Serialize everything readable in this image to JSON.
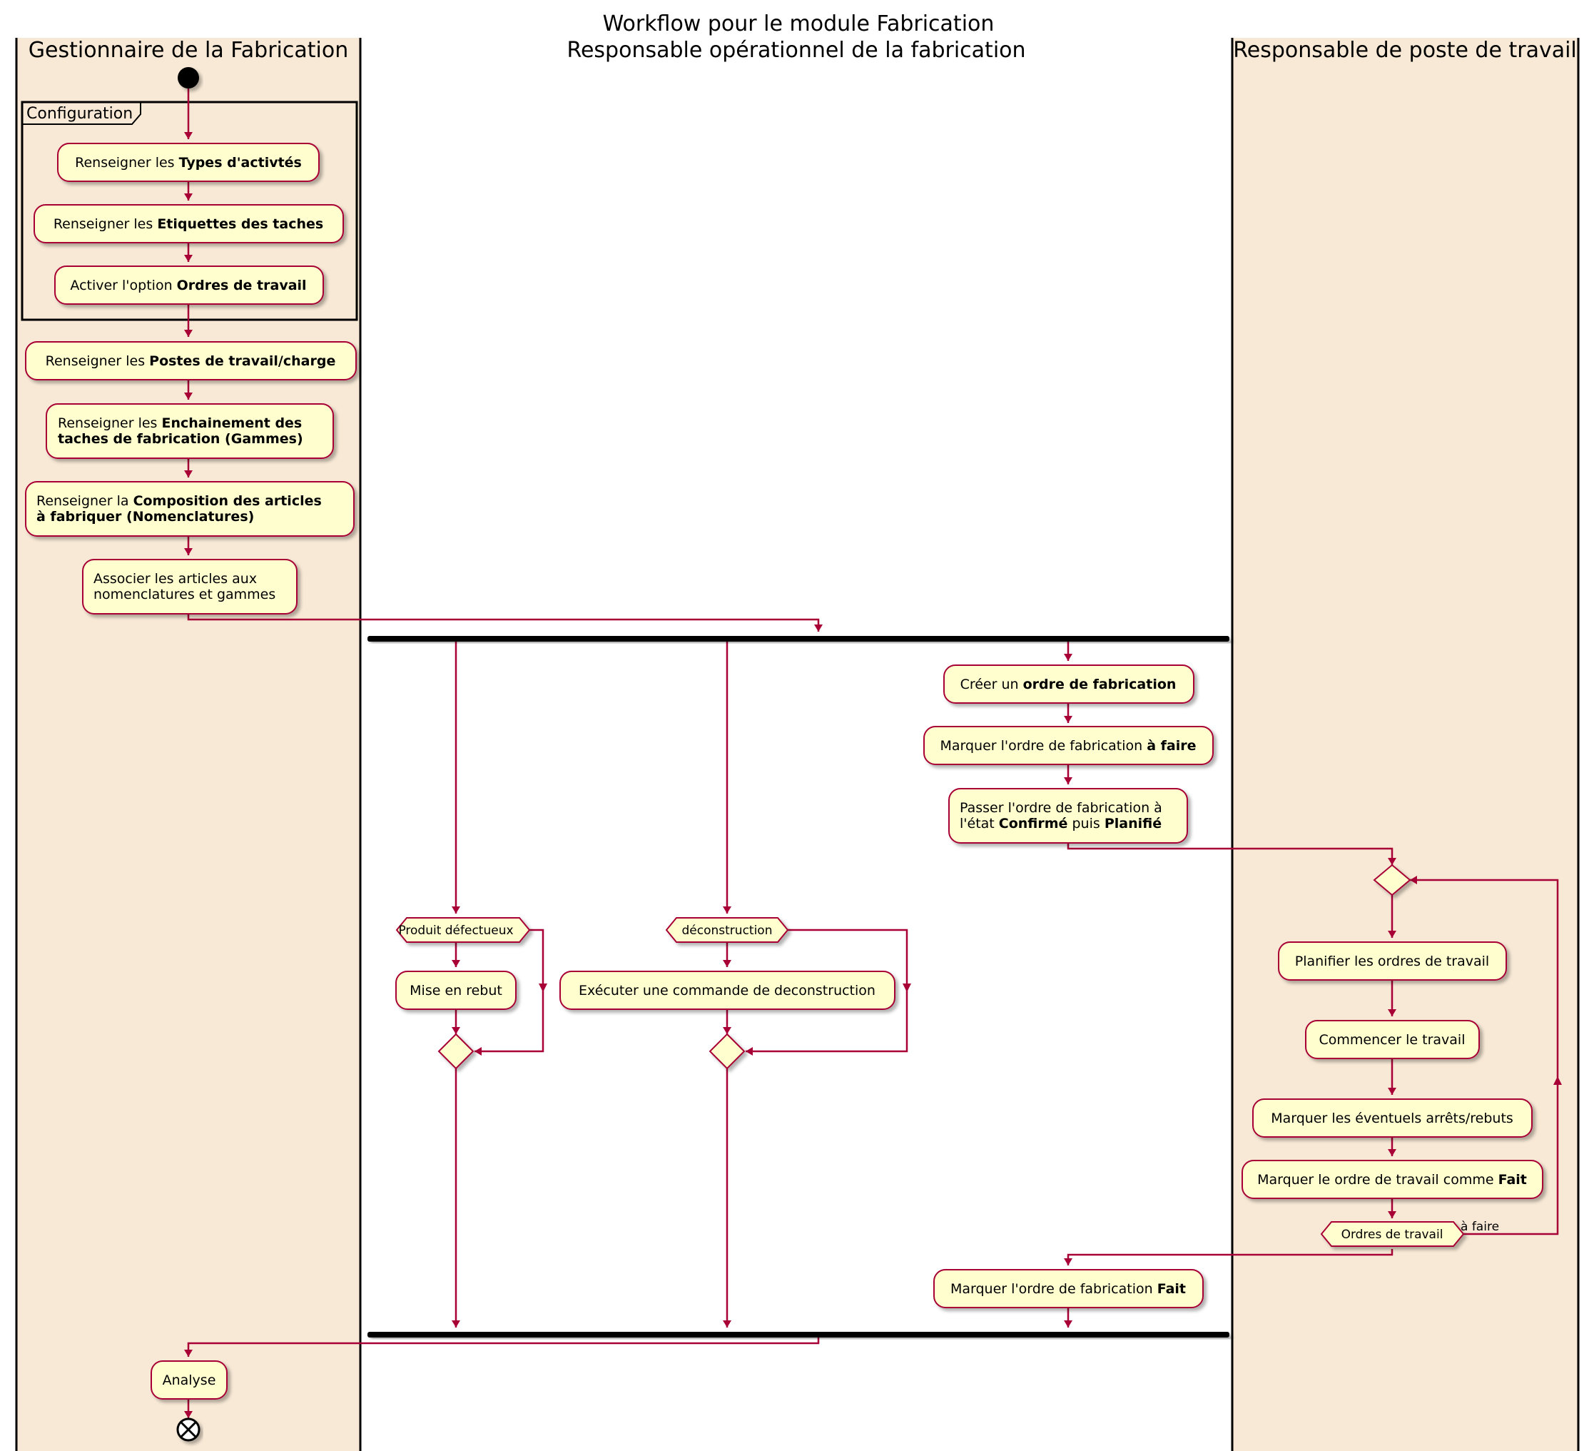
{
  "title": "Workflow pour le module Fabrication",
  "lanes": {
    "gestionnaire": "Gestionnaire de la Fabrication",
    "responsable_op": "Responsable opérationnel de la fabrication",
    "responsable_poste": "Responsable de poste de travail"
  },
  "group_label": "Configuration",
  "activities": {
    "types_activites": [
      [
        "Renseigner les ",
        false
      ],
      [
        "Types d'activtés",
        true
      ]
    ],
    "etiquettes": [
      [
        "Renseigner les ",
        false
      ],
      [
        "Etiquettes des taches",
        true
      ]
    ],
    "ordres_travail_option": [
      [
        "Activer l'option ",
        false
      ],
      [
        "Ordres de travail",
        true
      ]
    ],
    "postes": [
      [
        "Renseigner les ",
        false
      ],
      [
        "Postes de travail/charge",
        true
      ]
    ],
    "gammes": [
      [
        [
          "Renseigner les ",
          false
        ],
        [
          "Enchainement des",
          true
        ]
      ],
      [
        [
          "taches de fabrication (Gammes)",
          true
        ]
      ]
    ],
    "nomenclatures": [
      [
        [
          "Renseigner la ",
          false
        ],
        [
          "Composition des articles",
          true
        ]
      ],
      [
        [
          "à fabriquer (Nomenclatures)",
          true
        ]
      ]
    ],
    "associer": [
      [
        [
          "Associer les articles aux",
          false
        ]
      ],
      [
        [
          "nomenclatures et gammes",
          false
        ]
      ]
    ],
    "creer_of": [
      [
        "Créer un ",
        false
      ],
      [
        "ordre de fabrication",
        true
      ]
    ],
    "a_faire": [
      [
        "Marquer l'ordre de fabrication ",
        false
      ],
      [
        "à faire",
        true
      ]
    ],
    "confirme": [
      [
        [
          "Passer l'ordre de fabrication à",
          false
        ]
      ],
      [
        [
          "l'état ",
          false
        ],
        [
          "Confirmé",
          true
        ],
        [
          " puis ",
          false
        ],
        [
          "Planifié",
          true
        ]
      ]
    ],
    "planifier": [
      [
        "Planifier les ordres de travail",
        false
      ]
    ],
    "commencer": [
      [
        "Commencer le travail",
        false
      ]
    ],
    "arrets": [
      [
        "Marquer les éventuels arrêts/rebuts",
        false
      ]
    ],
    "ot_fait": [
      [
        "Marquer le ordre de travail comme ",
        false
      ],
      [
        "Fait",
        true
      ]
    ],
    "of_fait": [
      [
        "Marquer l'ordre de fabrication ",
        false
      ],
      [
        "Fait",
        true
      ]
    ],
    "mise_rebut": [
      [
        "Mise en rebut",
        false
      ]
    ],
    "deconstruction": [
      [
        "Exécuter une commande de deconstruction",
        false
      ]
    ],
    "analyse": [
      [
        "Analyse",
        false
      ]
    ]
  },
  "decisions": {
    "produit_defectueux": "Produit défectueux",
    "deconstruction": "déconstruction",
    "ordres_travail": "Ordres de travail"
  },
  "loop_label": "à faire",
  "colors": {
    "lane_fill": "#f8e9d6",
    "activity_fill": "#fefece",
    "stroke": "#a80036",
    "bar": "#000000"
  }
}
